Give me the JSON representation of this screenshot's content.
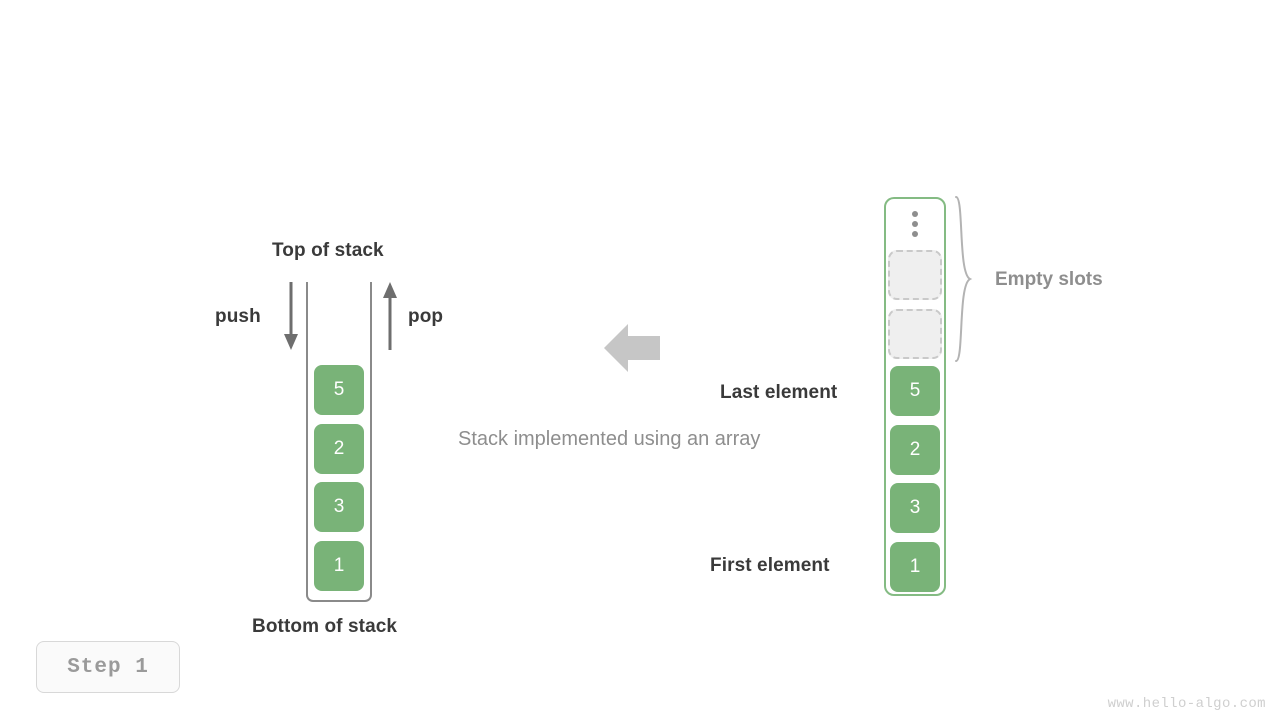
{
  "diagram": {
    "caption": "Stack implemented using an array",
    "step_badge": "Step 1",
    "watermark": "www.hello-algo.com"
  },
  "left_stack": {
    "top_label": "Top of stack",
    "bottom_label": "Bottom of stack",
    "push_label": "push",
    "pop_label": "pop",
    "values": [
      "5",
      "2",
      "3",
      "1"
    ]
  },
  "right_array": {
    "empty_slots_label": "Empty slots",
    "last_element_label": "Last element",
    "first_element_label": "First element",
    "ellipsis_icon": "vertical-ellipsis",
    "values": [
      "5",
      "2",
      "3",
      "1"
    ],
    "empty_slot_count": 2
  },
  "colors": {
    "element_fill": "#79b378",
    "array_border": "#84bb83",
    "empty_slot_fill": "#efefef",
    "empty_slot_border": "#c9c9c9",
    "stack_wall": "#8a8a8a",
    "text_dark": "#3a3a3a",
    "text_gray": "#8e8e8e",
    "transform_arrow": "#c6c6c6"
  }
}
